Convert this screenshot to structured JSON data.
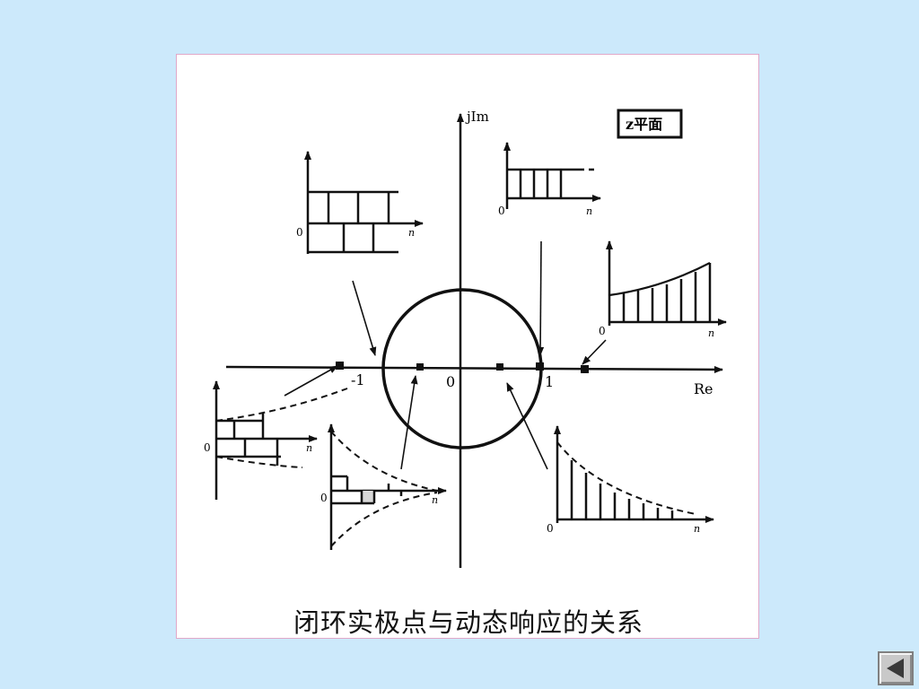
{
  "diagram": {
    "axis_real_label": "Re",
    "axis_imag_label": "jIm",
    "plane_label": "z平面",
    "tick_minus_one": "-1",
    "tick_zero": "0",
    "tick_one": "1",
    "response_origin_label": "0",
    "response_axis_label": "n"
  },
  "caption": "闭环实极点与动态响应的关系",
  "navigation": {
    "back_icon": "triangle-left-icon"
  },
  "colors": {
    "background": "#cce9fb",
    "frame_border": "#e0a8c8",
    "ink": "#111111"
  }
}
